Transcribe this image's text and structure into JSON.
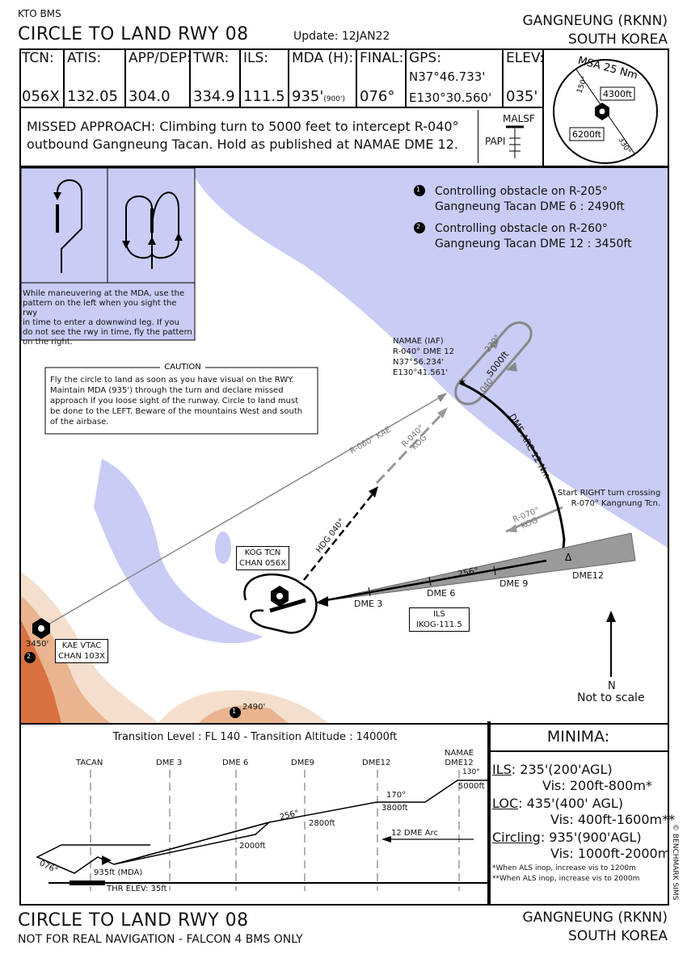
{
  "header": {
    "source": "KTO BMS",
    "title": "CIRCLE TO LAND RWY 08",
    "update": "Update: 12JAN22",
    "airport": "GANGNEUNG (RKNN)",
    "country": "SOUTH KOREA"
  },
  "freqs": [
    {
      "label": "TCN:",
      "value": "056X"
    },
    {
      "label": "ATIS:",
      "value": "132.05"
    },
    {
      "label": "APP/DEP:",
      "value": "304.0"
    },
    {
      "label": "TWR:",
      "value": "334.9"
    },
    {
      "label": "ILS:",
      "value": "111.5"
    },
    {
      "label": "MDA (H):",
      "value": "935'",
      "sub": "(900')"
    },
    {
      "label": "FINAL:",
      "value": "076°"
    },
    {
      "label": "GPS:",
      "value1": "N37°46.733'",
      "value2": "E130°30.560'"
    },
    {
      "label": "ELEV:",
      "value": "035'"
    }
  ],
  "msa": {
    "title": "MSA 25 Nm",
    "alt1": "4300ft",
    "alt2": "6200ft",
    "brg1": "150°",
    "brg2": "330°"
  },
  "missed": {
    "line1": "MISSED APPROACH: Climbing turn to 5000 feet to intercept R-040°",
    "line2": "outbound Gangneung Tacan. Hold as published at NAMAE DME 12.",
    "malsf": "MALSF",
    "papi": "PAPI"
  },
  "plan": {
    "obstacle1_a": "Controlling obstacle on R-205°",
    "obstacle1_b": "Gangneung Tacan DME 6 : 2490ft",
    "obstacle2_a": "Controlling obstacle on R-260°",
    "obstacle2_b": "Gangneung Tacan DME 12 : 3450ft",
    "pattern_note": [
      "While maneuvering at the MDA, use the",
      "pattern on the left when you sight the rwy",
      "in time to enter a downwind leg. If you",
      "do not see the rwy in time, fly the pattern",
      "on the right."
    ],
    "caution_title": "CAUTION",
    "caution_text": [
      "Fly the circle to land as soon as you have visual on the RWY.",
      "Maintain MDA (935') through the turn and declare missed",
      "approach if you loose sight of the runway. Circle to land must",
      "be done to the LEFT. Beware of the mountains West and south",
      "of the airbase."
    ],
    "namae": [
      "NAMAE (IAF)",
      "R-040° DME 12",
      "N37°56.234'",
      "E130°41.561'"
    ],
    "hold_220": "220°",
    "hold_alt": "5000ft",
    "hold_040": "040°",
    "dme_arc": "DME ARC 12 Nm",
    "start_turn1": "Start RIGHT turn crossing",
    "start_turn2": "R-070° Kangnung Tcn.",
    "r060": "R-060° KAE",
    "r040": "R-040°",
    "kog1": "KOG",
    "r070": "R-070°",
    "kog2": "KOG",
    "hdg": "HDG 040°",
    "kog_tcn1": "KOG TCN",
    "kog_tcn2": "CHAN 056X",
    "kae1": "KAE VTAC",
    "kae2": "CHAN 103X",
    "ils1": "ILS",
    "ils2": "IKOG-111.5",
    "dme3": "DME 3",
    "dme6": "DME 6",
    "dme9": "DME 9",
    "dme12": "DME12",
    "crs256": "256°",
    "elev3450": "3450'",
    "elev2490": "2490'",
    "north": "N",
    "not_to_scale": "Not to scale",
    "num1": "1",
    "num2": "2"
  },
  "profile": {
    "transition": "Transition Level : FL 140  -  Transition Altitude : 14000ft",
    "fixes": [
      "TACAN",
      "DME 3",
      "DME 6",
      "DME9",
      "DME12"
    ],
    "namae": "NAMAE",
    "namae_dme": "DME12",
    "c130": "130°",
    "a5000": "5000ft",
    "c170": "170°",
    "a3800": "3800ft",
    "c256": "256°",
    "a2800": "2800ft",
    "a2000": "2000ft",
    "arc": "12 DME Arc",
    "c076": "076°",
    "mda": "935ft (MDA)",
    "thr": "THR ELEV: 35ft"
  },
  "minima": {
    "title": "MINIMA:",
    "ils_label": "ILS",
    "ils_value": ": 235'(200'AGL)",
    "ils_vis": "Vis: 200ft-800m*",
    "loc_label": "LOC",
    "loc_value": ": 435'(400' AGL)",
    "loc_vis": "Vis: 400ft-1600m**",
    "circ_label": "Circling",
    "circ_value": ": 935'(900'AGL)",
    "circ_vis": "Vis: 1000ft-2000m",
    "note1": "*When ALS inop, increase vis to 1200m",
    "note2": "**When ALS inop, increase vis to 2000m"
  },
  "footer": {
    "title": "CIRCLE TO LAND RWY 08",
    "disclaimer": "NOT FOR REAL NAVIGATION - FALCON 4 BMS ONLY",
    "airport": "GANGNEUNG (RKNN)",
    "country": "SOUTH KOREA",
    "copyright": "© BENCHMARK SIMS"
  },
  "colors": {
    "sea": "#c9ccf4",
    "land_low": "#f4dfcc",
    "land_mid": "#e9b48f",
    "land_high": "#d9703f"
  }
}
